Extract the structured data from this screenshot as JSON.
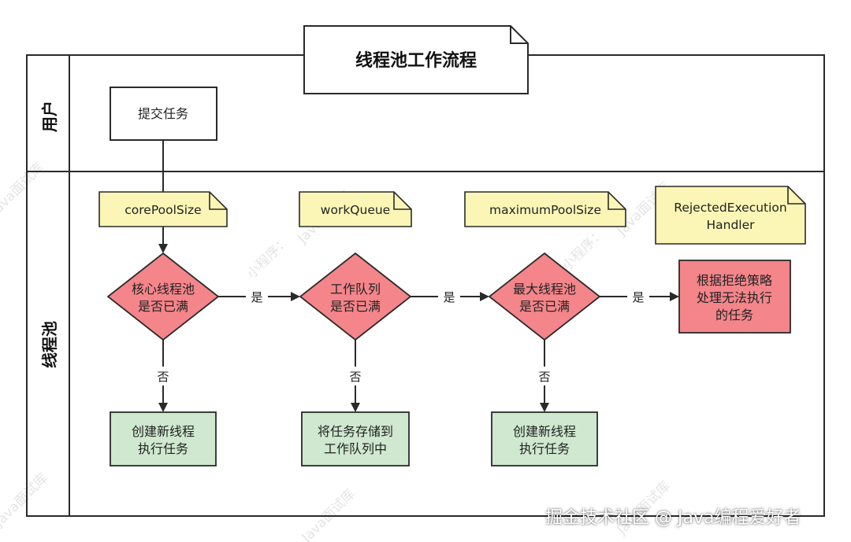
{
  "title": "线程池工作流程",
  "lanes": {
    "user": "用户",
    "pool": "线程池"
  },
  "nodes": {
    "submit": "提交任务",
    "core_check": [
      "核心线程池",
      "是否已满"
    ],
    "queue_check": [
      "工作队列",
      "是否已满"
    ],
    "max_check": [
      "最大线程池",
      "是否已满"
    ],
    "reject": [
      "根据拒绝策略",
      "处理无法执行",
      "的任务"
    ],
    "create_core": [
      "创建新线程",
      "执行任务"
    ],
    "enqueue": [
      "将任务存储到",
      "工作队列中"
    ],
    "create_max": [
      "创建新线程",
      "执行任务"
    ]
  },
  "notes": {
    "core": "corePoolSize",
    "queue": "workQueue",
    "max": "maximumPoolSize",
    "handler": [
      "RejectedExecution",
      "Handler"
    ]
  },
  "edges": {
    "yes": "是",
    "no": "否"
  },
  "watermark": "Java面试库",
  "watermark_small": "小程序：",
  "credit": "掘金技术社区 @ Java编程爱好者",
  "colors": {
    "decision": "#f4858a",
    "reject": "#f4858a",
    "action": "#cfe8cf",
    "note": "#fbf6b5",
    "line": "#2a2a2a"
  }
}
